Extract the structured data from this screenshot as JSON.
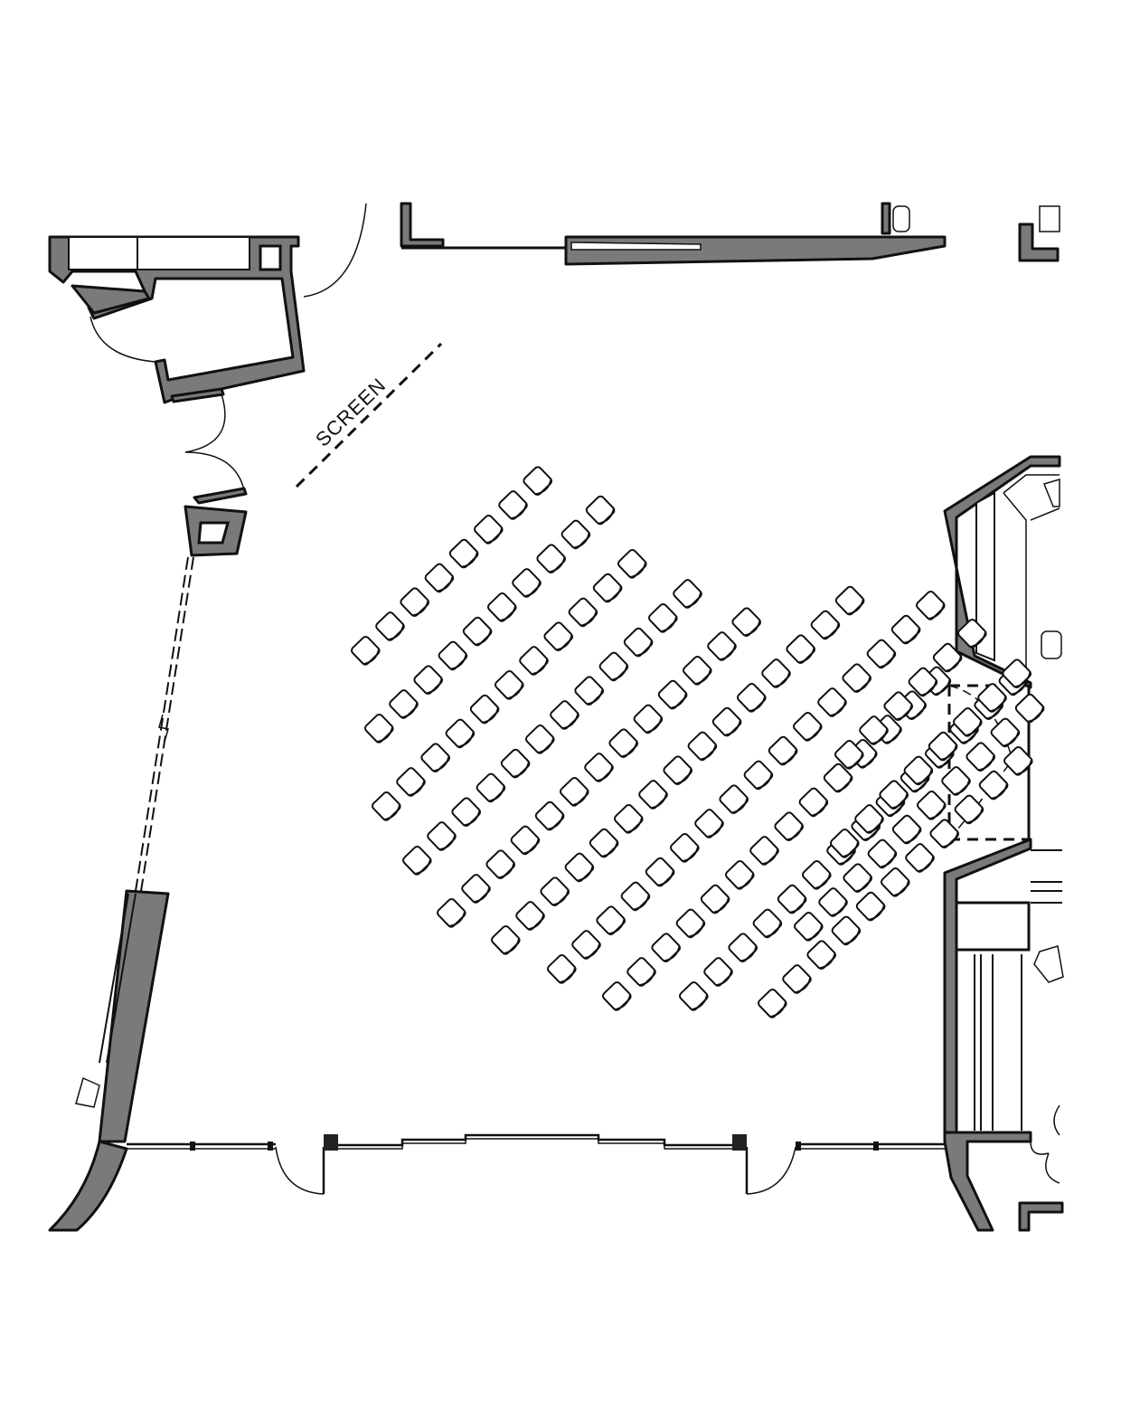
{
  "screen": {
    "label": "SCREEN"
  },
  "seating": {
    "row_counts": [
      8,
      10,
      11,
      12,
      13,
      15,
      16,
      14,
      14,
      11,
      10,
      8,
      6
    ],
    "total_chairs": 148
  }
}
